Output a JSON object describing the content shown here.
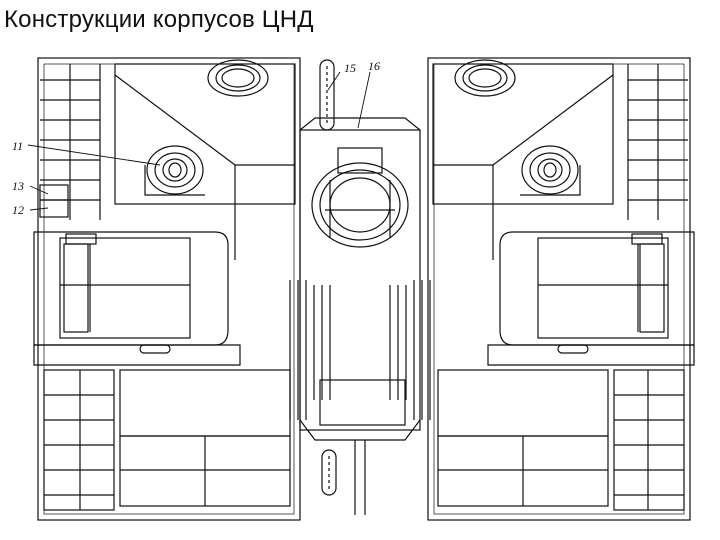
{
  "slide": {
    "title": "Конструкции корпусов ЦНД"
  },
  "callouts": [
    "11",
    "13",
    "12",
    "15",
    "16"
  ],
  "colors": {
    "line": "#111111",
    "background": "#ffffff"
  }
}
